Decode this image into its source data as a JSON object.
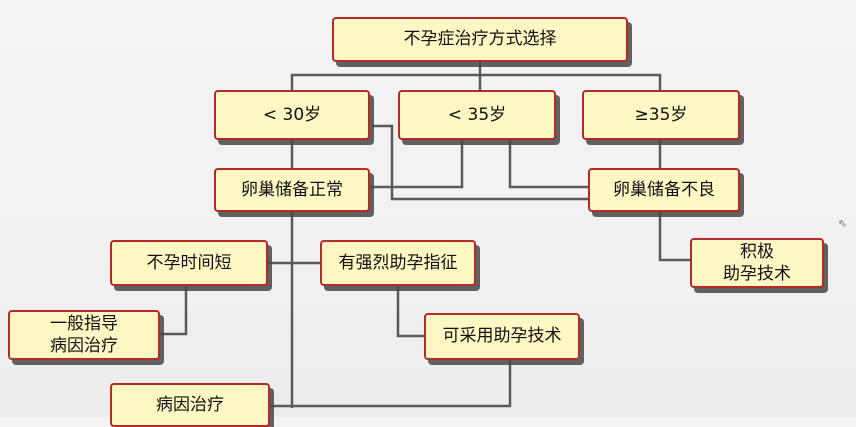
{
  "diagram": {
    "root": "不孕症治疗方式选择",
    "age_lt30": "< 30岁",
    "age_lt35": "< 35岁",
    "age_ge35": "≥35岁",
    "reserve_normal": "卵巢储备正常",
    "reserve_poor": "卵巢储备不良",
    "active_art": "积极\n助孕技术",
    "short_infertility": "不孕时间短",
    "strong_indication": "有强烈助孕指征",
    "general_guidance": "一般指导\n病因治疗",
    "can_use_art": "可采用助孕技术",
    "etiology_treatment": "病因治疗"
  },
  "colors": {
    "node_fill": "#fdf7c4",
    "node_border": "#b62a2a",
    "connector": "#5a5a5a"
  }
}
